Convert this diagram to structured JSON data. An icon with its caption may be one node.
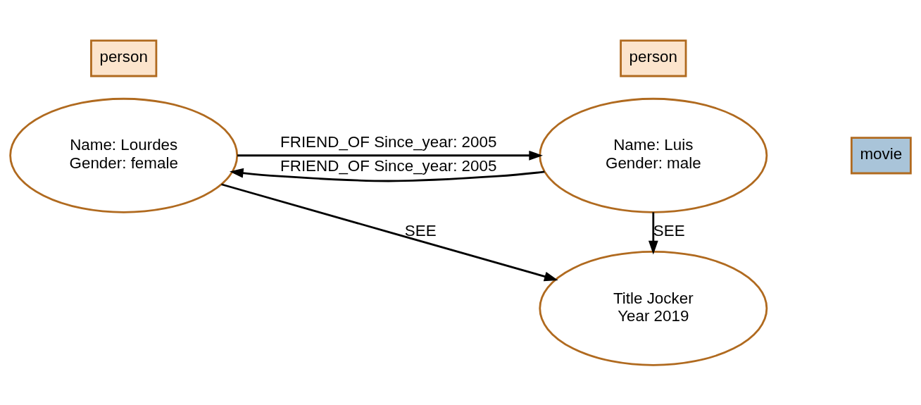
{
  "diagram": {
    "nodes": [
      {
        "text": [
          "person"
        ]
      },
      {
        "text": [
          "Name: Lourdes",
          "Gender: female"
        ]
      },
      {
        "text": [
          "person"
        ]
      },
      {
        "text": [
          "Name: Luis",
          "Gender: male"
        ]
      },
      {
        "text": [
          "movie"
        ]
      },
      {
        "text": [
          "Title Jocker",
          "Year 2019"
        ]
      }
    ],
    "edges": [
      {
        "from": 1,
        "to": 3,
        "arrow": "to",
        "label": "FRIEND_OF Since_year: 2005"
      },
      {
        "from": 3,
        "to": 1,
        "arrow": "to",
        "label": "FRIEND_OF Since_year: 2005"
      },
      {
        "from": 1,
        "to": 5,
        "arrow": "to",
        "label": "SEE"
      },
      {
        "from": 3,
        "to": 5,
        "arrow": "to",
        "label": "SEE"
      }
    ]
  }
}
